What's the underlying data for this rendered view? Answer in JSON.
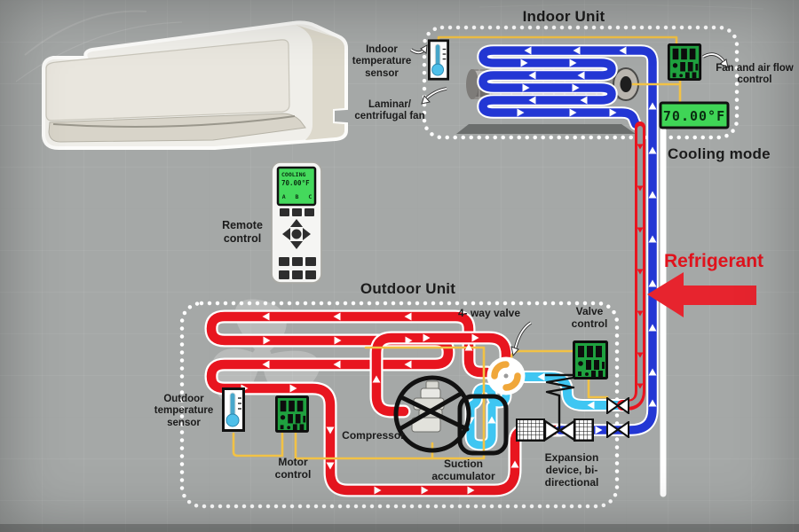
{
  "indoor": {
    "title": "Indoor Unit",
    "sensor_label": "Indoor temperature sensor",
    "fan_label": "Laminar/ centrifugal fan",
    "control_label": "Fan and air flow control",
    "display_value": "70.00°F",
    "mode_label": "Cooling mode"
  },
  "outdoor": {
    "title": "Outdoor Unit",
    "fourway_label": "4- way valve",
    "valve_control_label": "Valve control",
    "sensor_label": "Outdoor temperature sensor",
    "motor_label": "Motor control",
    "compressor_label": "Compressor",
    "accumulator_label": "Suction accumulator",
    "expansion_label": "Expansion device, bi-directional"
  },
  "remote": {
    "label": "Remote control",
    "screen": {
      "line1": "COOLING",
      "line2": "70.00°F",
      "line3": "A B C"
    }
  },
  "annotations": {
    "refrigerant": "Refrigerant"
  },
  "colors": {
    "hot_pipe": "#e8151f",
    "cold_pipe": "#2337d4",
    "suction_pipe": "#3fc6f2",
    "wire": "#f2c245",
    "board": "#1fa13f",
    "display": "#3fd556",
    "background": "#a5a8a7"
  }
}
